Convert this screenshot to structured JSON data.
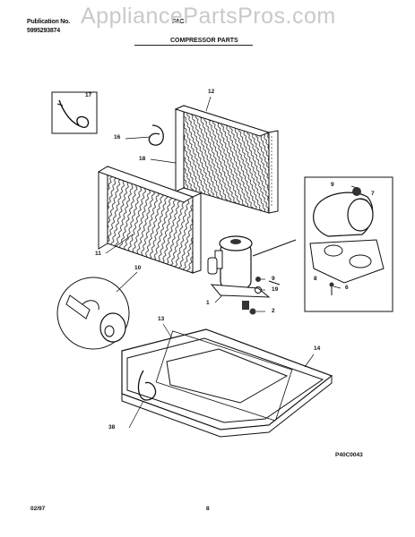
{
  "header": {
    "publication_label": "Publication No.",
    "publication_number": "5995293874",
    "model_fragment": "FAC",
    "watermark": "AppliancePartsPros.com",
    "section_title": "COMPRESSOR PARTS"
  },
  "callouts": [
    "17",
    "12",
    "16",
    "18",
    "11",
    "10",
    "9",
    "7",
    "8",
    "19",
    "6",
    "1",
    "2",
    "13",
    "14",
    "38"
  ],
  "footer": {
    "date": "02/97",
    "page": "8",
    "diagram_code": "P40C0043"
  }
}
